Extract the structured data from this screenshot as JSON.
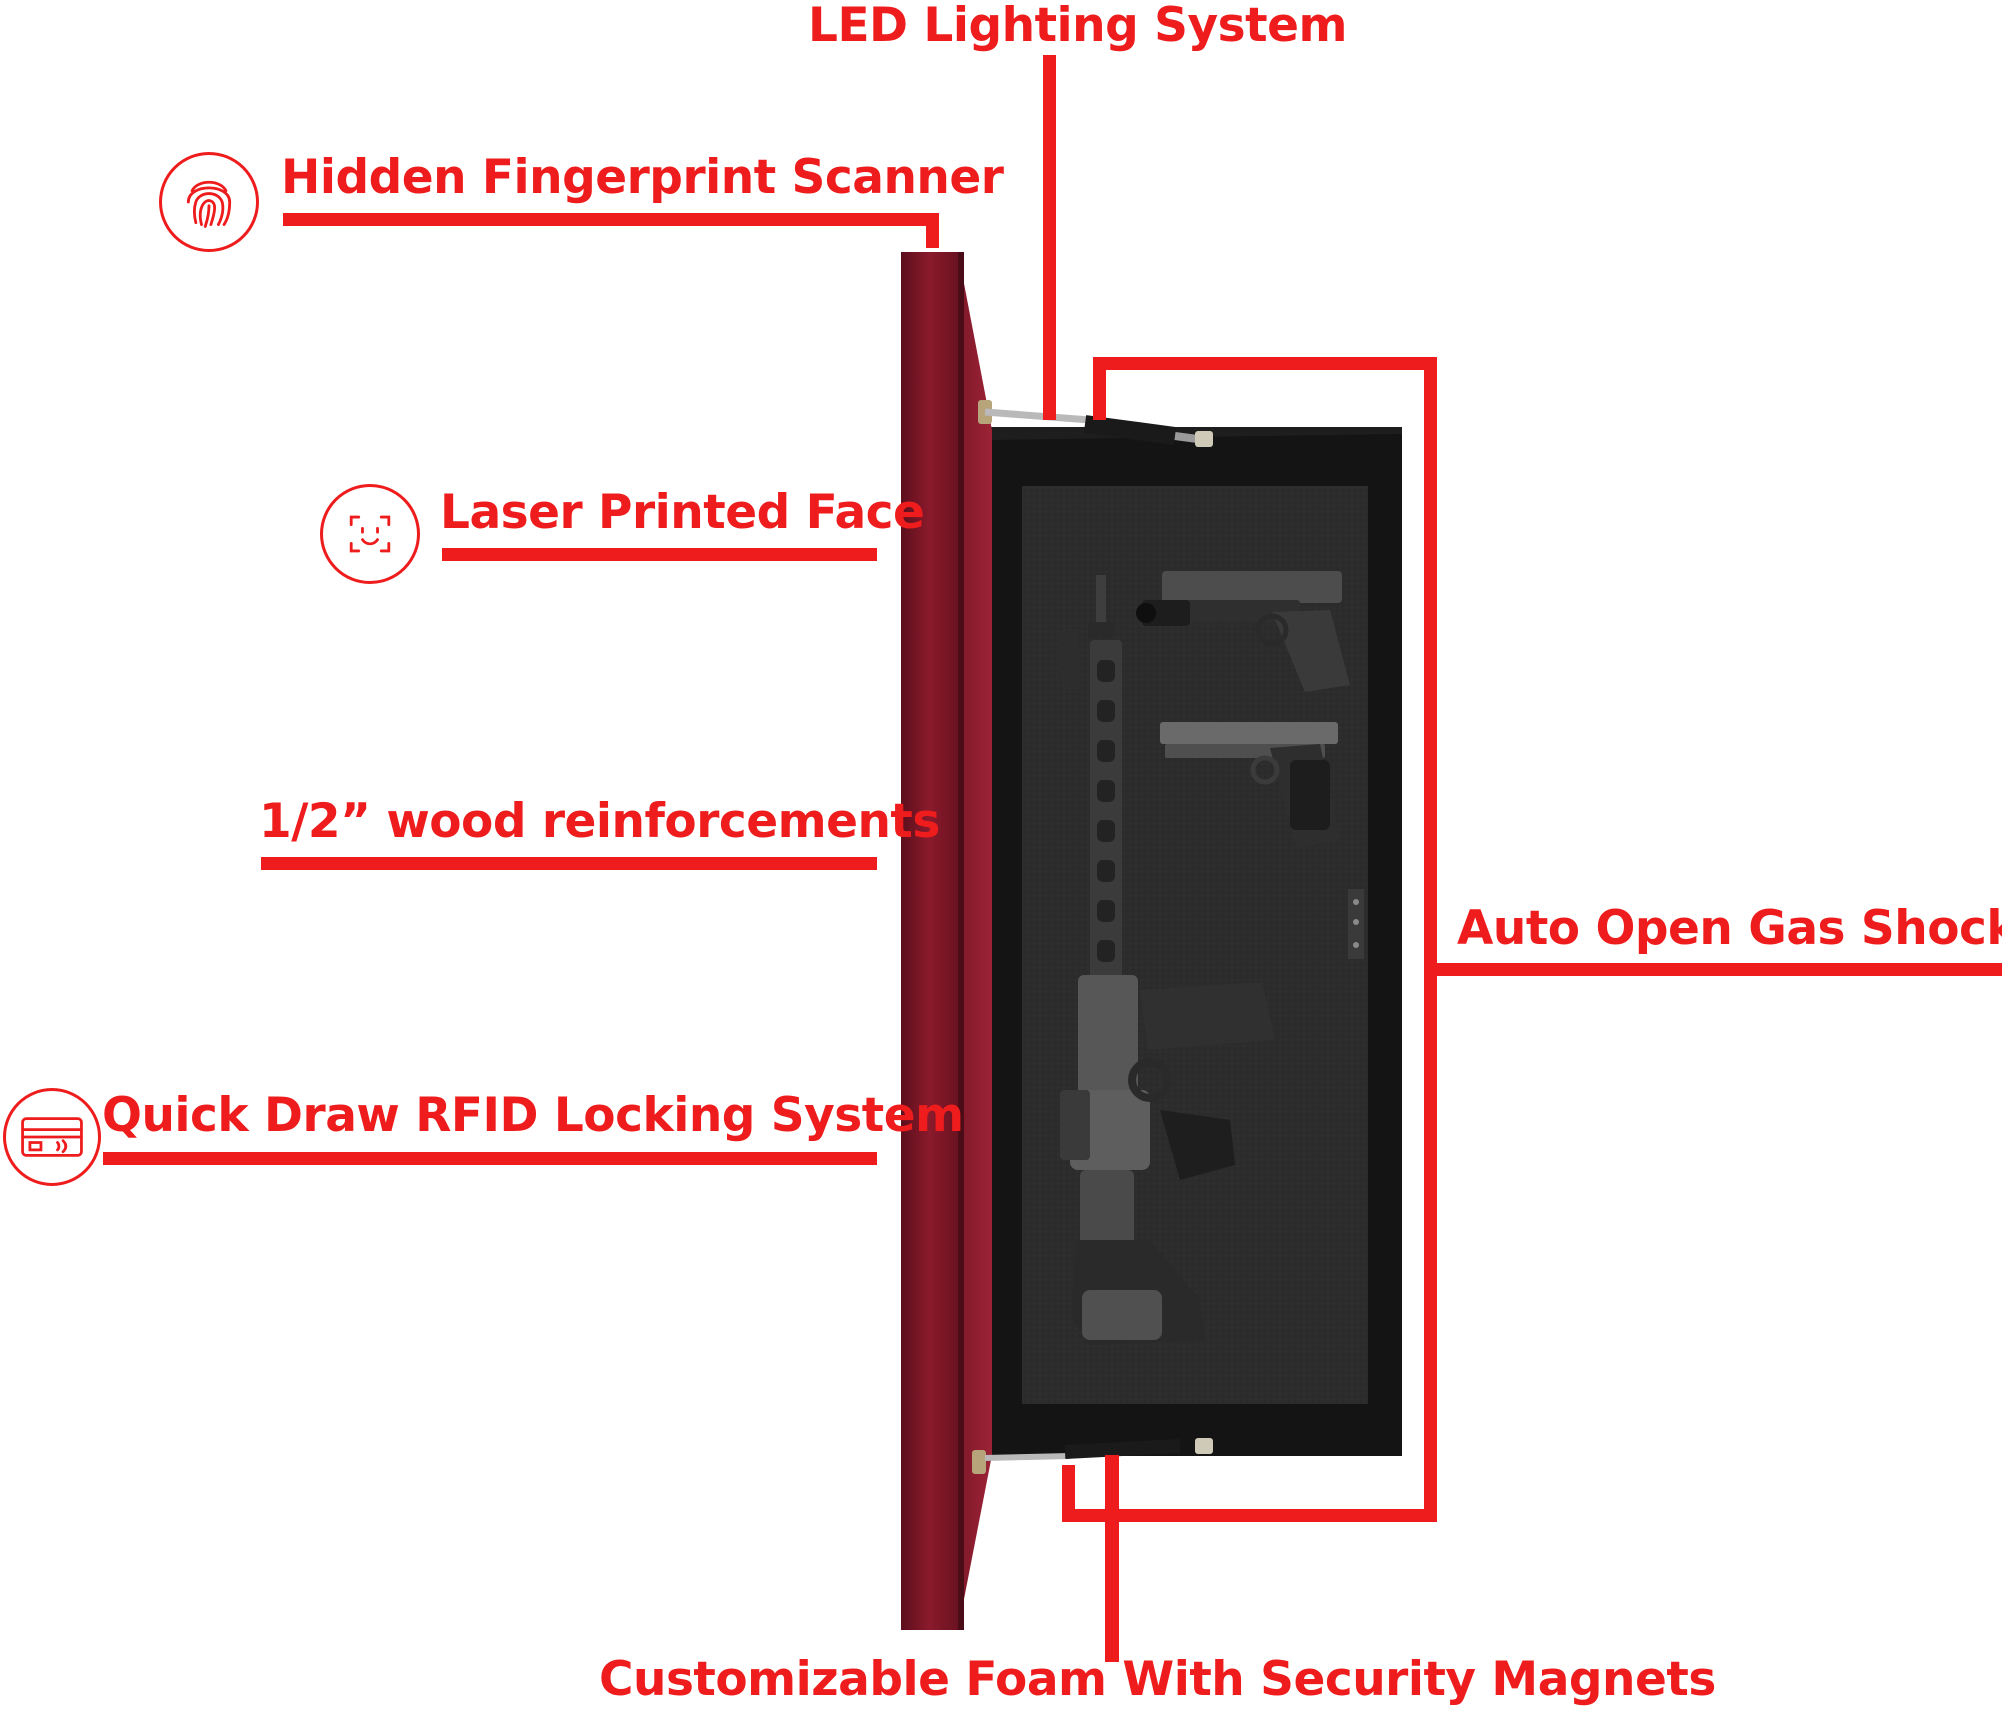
{
  "labels": {
    "led": "LED Lighting System",
    "fingerprint": "Hidden Fingerprint Scanner",
    "face": "Laser Printed Face",
    "wood": "1/2” wood reinforcements",
    "gas": "Auto Open Gas Shocks",
    "rfid": "Quick Draw RFID Locking System",
    "foam": "Customizable Foam With Security Magnets"
  },
  "icons": {
    "fingerprint": "fingerprint-icon",
    "face": "face-scan-icon",
    "rfid": "rfid-card-icon"
  },
  "colors": {
    "accent": "#ee1c1c",
    "door": "#7a1626",
    "cabinet": "#151515",
    "foam": "#2b2b2b"
  }
}
